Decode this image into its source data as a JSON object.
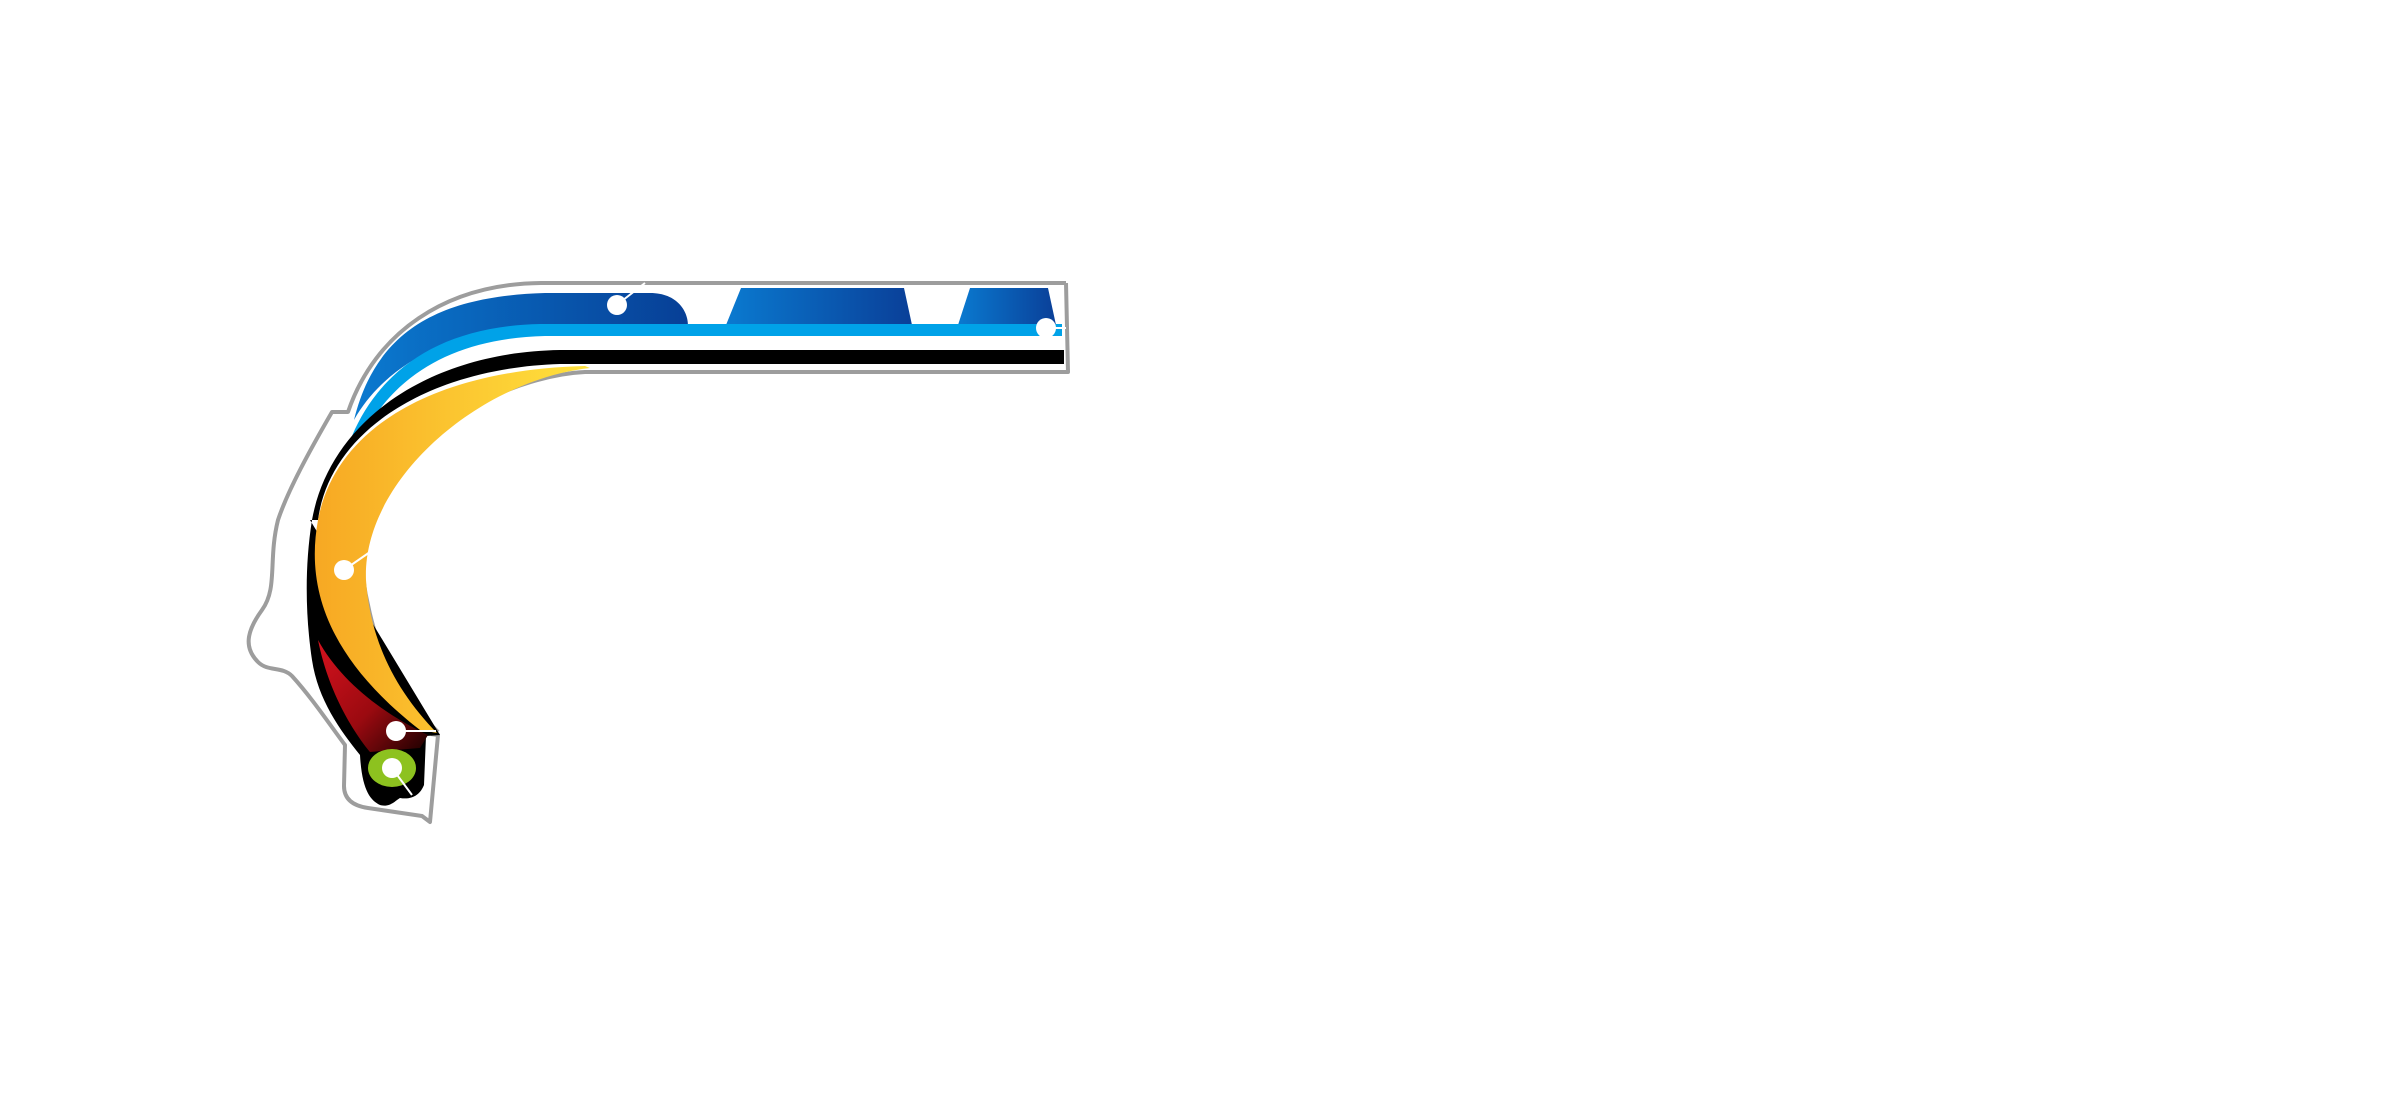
{
  "diagram": {
    "layers": [
      {
        "id": "tread",
        "color": "#0a57a8",
        "color_light": "#0a7ad0"
      },
      {
        "id": "belt",
        "color": "#00a2e8"
      },
      {
        "id": "liner",
        "color": "#000000"
      },
      {
        "id": "carcass-ply",
        "color": "#fbb829",
        "color_light": "#ffe03a"
      },
      {
        "id": "bead-filler",
        "color": "#c1121c",
        "color_dark": "#3a0000"
      },
      {
        "id": "bead-core",
        "color": "#8dc21f"
      }
    ],
    "outline_color": "#9d9d9d",
    "callout_marker_color": "#ffffff",
    "callouts": [
      {
        "id": "tread-callout",
        "target": "tread"
      },
      {
        "id": "belt-callout",
        "target": "belt"
      },
      {
        "id": "carcass-callout",
        "target": "carcass-ply"
      },
      {
        "id": "filler-callout",
        "target": "bead-filler"
      },
      {
        "id": "bead-callout",
        "target": "bead-core"
      }
    ]
  }
}
